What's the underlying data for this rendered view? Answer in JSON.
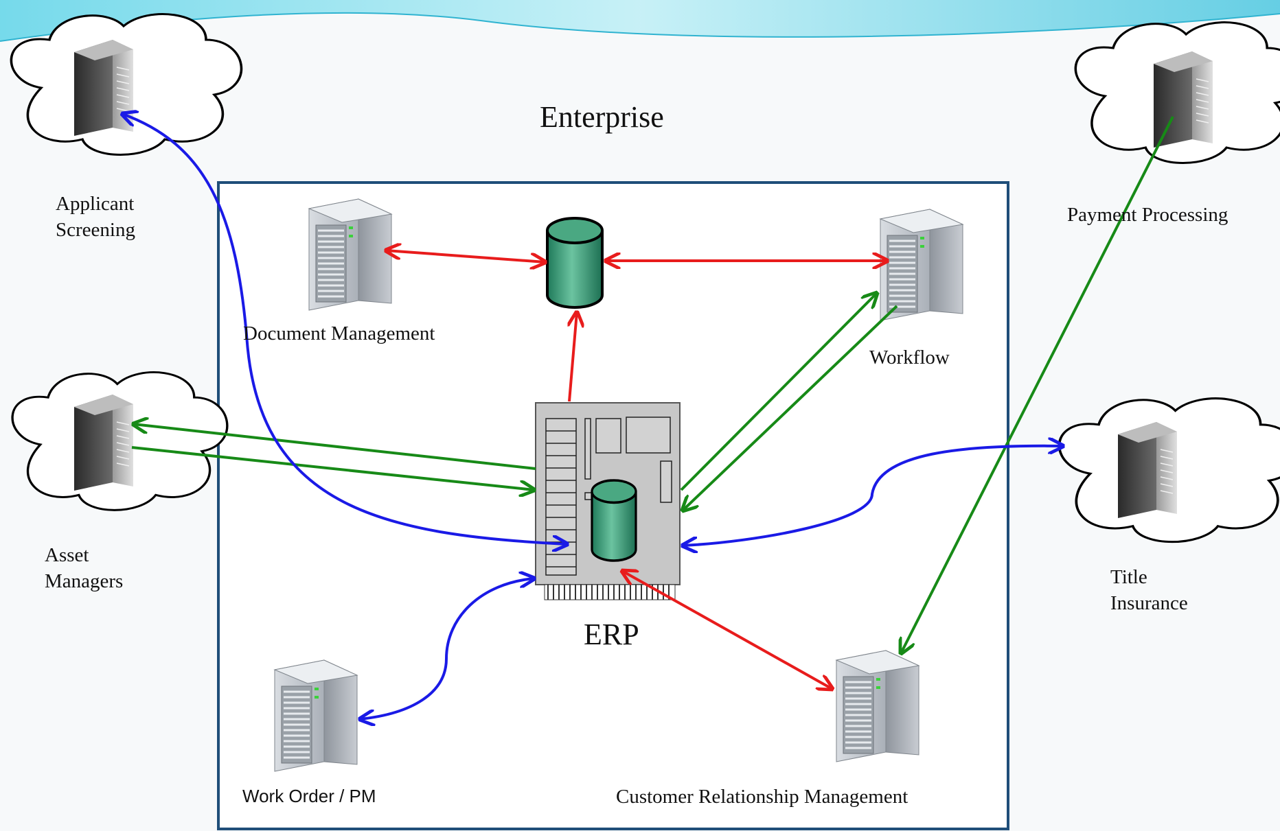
{
  "diagram": {
    "title": "Enterprise",
    "core": "ERP",
    "internal_systems": {
      "document_management": "Document Management",
      "workflow": "Workflow",
      "work_order": "Work Order / PM",
      "crm": "Customer Relationship Management"
    },
    "external_systems": {
      "applicant_screening": "Applicant\nScreening",
      "asset_managers": "Asset\nManagers",
      "payment_processing": "Payment Processing",
      "title_insurance": "Title\nInsurance"
    },
    "connection_colors": {
      "database_link": "#e81c1c",
      "integration_link": "#178a17",
      "external_link": "#1a1ae6"
    },
    "icons": {
      "server": "server-tower-icon",
      "database": "database-cylinder-icon",
      "cloud": "cloud-icon",
      "erp": "circuit-board-icon"
    }
  }
}
